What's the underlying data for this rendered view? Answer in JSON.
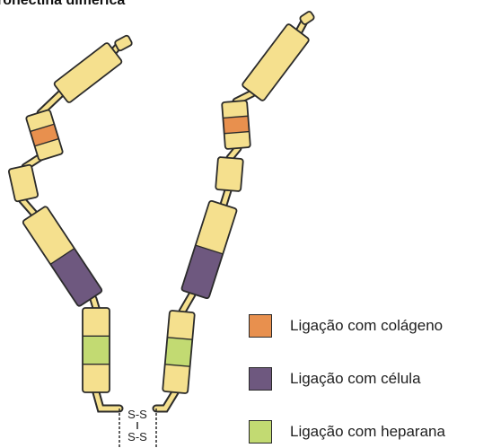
{
  "title": "ronectina dimérica",
  "disulfide_labels": [
    "S-S",
    "S-S"
  ],
  "colors": {
    "domain_fill": "#f5e08e",
    "collagen": "#e8904e",
    "cell": "#6e587f",
    "heparan": "#c2da72",
    "outline": "#2b2b2b"
  },
  "legend": [
    {
      "label": "Ligação com colágeno",
      "color": "#e8904e"
    },
    {
      "label": "Ligação com célula",
      "color": "#6e587f"
    },
    {
      "label": "Ligação com heparana",
      "color": "#c2da72"
    }
  ]
}
